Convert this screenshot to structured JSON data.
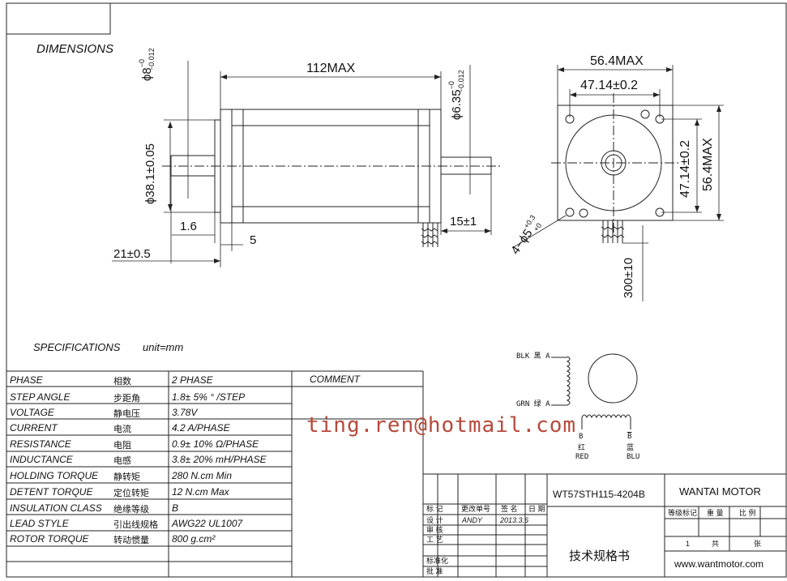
{
  "dimensions": {
    "heading": "DIMENSIONS",
    "length": "112MAX",
    "shaft_dia_front": "ϕ8",
    "shaft_dia_front_tol": "−0.012",
    "shaft_dia_front_tol_upper": "−0",
    "shaft_dia_rear": "ϕ6.35",
    "shaft_dia_rear_tol": "−0.012",
    "shaft_dia_rear_tol_upper": "−0",
    "boss_dia": "ϕ38.1±0.05",
    "boss_depth": "1.6",
    "flange_thickness": "5",
    "shaft_front_length": "21±0.5",
    "shaft_rear_length": "15±1",
    "face_width": "56.4MAX",
    "hole_spacing_h": "47.14±0.2",
    "hole_spacing_v": "47.14±0.2",
    "face_height": "56.4MAX",
    "mount_holes": "4−ϕ5",
    "mount_holes_tol": "+0.3",
    "mount_holes_tol2": "+0",
    "lead_length": "300±10"
  },
  "specifications": {
    "heading": "SPECIFICATIONS",
    "unit": "unit=mm",
    "comment_header": "COMMENT",
    "rows": [
      {
        "en": "PHASE",
        "cn": "相数",
        "value": "2  PHASE"
      },
      {
        "en": "STEP ANGLE",
        "cn": "步距角",
        "value": "1.8± 5% ° /STEP"
      },
      {
        "en": "VOLTAGE",
        "cn": "静电压",
        "value": "3.78V"
      },
      {
        "en": "CURRENT",
        "cn": "电流",
        "value": "4.2 A/PHASE"
      },
      {
        "en": "RESISTANCE",
        "cn": "电阻",
        "value": "0.9± 10%  Ω/PHASE"
      },
      {
        "en": "INDUCTANCE",
        "cn": "电感",
        "value": "3.8± 20% mH/PHASE"
      },
      {
        "en": "HOLDING TORQUE",
        "cn": "静转矩",
        "value": "280  N.cm Min"
      },
      {
        "en": "DETENT TORQUE",
        "cn": "定位转矩",
        "value": "12 N.cm Max"
      },
      {
        "en": "INSULATION CLASS",
        "cn": "绝缘等级",
        "value": "B"
      },
      {
        "en": "LEAD STYLE",
        "cn": "引出线规格",
        "value": "AWG22 UL1007"
      },
      {
        "en": "ROTOR TORQUE",
        "cn": "转动惯量",
        "value": "800 g.cm²"
      }
    ]
  },
  "wiring": {
    "blk": "BLK 黑 A",
    "grn": "GRN 绿 A",
    "b_label": "B",
    "b_cn": "红",
    "b_color": "RED",
    "bbar_label": "B",
    "bbar_cn": "蓝",
    "bbar_color": "BLU"
  },
  "watermark": "ting.ren@hotmail.com",
  "title_block": {
    "model": "WT57STH115-4204B",
    "company": "WANTAI MOTOR",
    "doc_title": "技术规格书",
    "website": "www.wantmotor.com",
    "col_change": "更改单号",
    "col_sign": "签 名",
    "col_date": "日 期",
    "designer": "ANDY",
    "date": "2013.3.6",
    "roles": [
      "标 记",
      "设 计",
      "审 核",
      "工 艺",
      "标准化",
      "批 准"
    ],
    "stage_label": "等级标记",
    "weight_label": "重 量",
    "scale_label": "比 例",
    "sheet_num": "1",
    "sheet_total": "共",
    "sheet_unit": "张"
  }
}
